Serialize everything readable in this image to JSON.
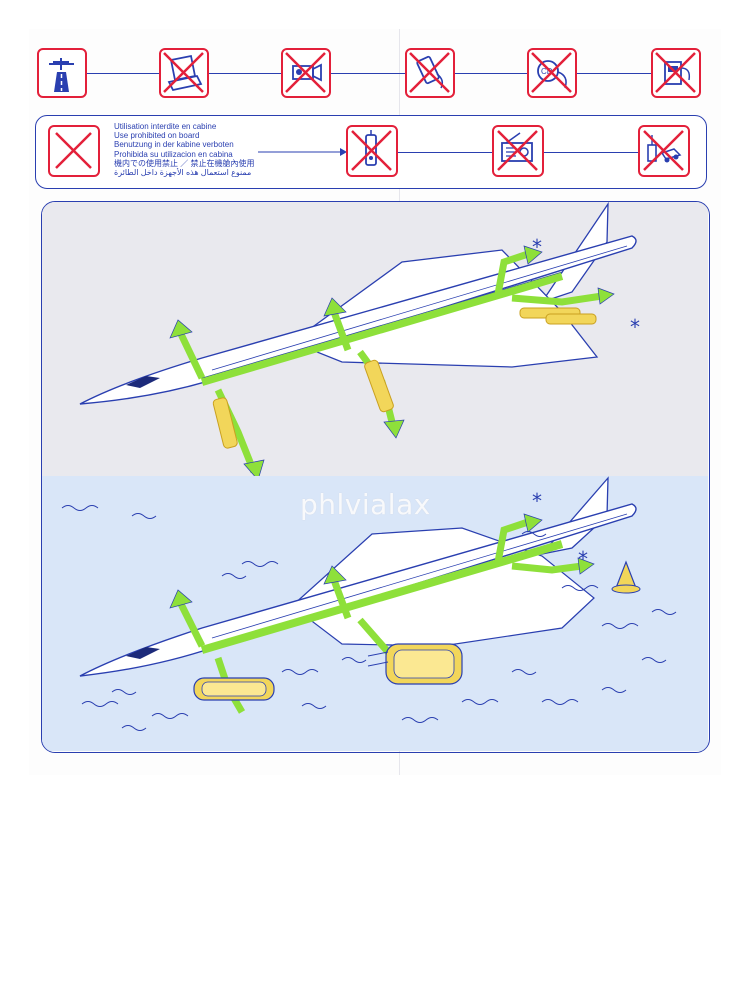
{
  "icons": {
    "top_row": [
      {
        "name": "runway-takeoff-icon",
        "prohibited": false
      },
      {
        "name": "laptop-icon",
        "prohibited": true
      },
      {
        "name": "video-camera-icon",
        "prohibited": true
      },
      {
        "name": "handheld-game-icon",
        "prohibited": true
      },
      {
        "name": "cd-player-icon",
        "prohibited": true
      },
      {
        "name": "cassette-player-icon",
        "prohibited": true
      }
    ],
    "cabin_row": [
      {
        "name": "prohibited-sign-icon",
        "prohibited": true
      },
      {
        "name": "mobile-phone-icon",
        "prohibited": true
      },
      {
        "name": "radio-icon",
        "prohibited": true
      },
      {
        "name": "remote-control-toy-icon",
        "prohibited": true
      }
    ]
  },
  "cabin_notice": {
    "lines": [
      "Utilisation interdite en cabine",
      "Use prohibited on board",
      "Benutzung in der kabine verboten",
      "Prohibida su utilizacion en cabina",
      "機内での使用禁止 ／ 禁止在機艙內使用",
      "ممنوع استعمال هذه الأجهزة داخل الطائرة"
    ]
  },
  "illustration": {
    "land_asterisk_1": "*",
    "land_asterisk_2": "*",
    "water_asterisk_1": "*",
    "water_asterisk_2": "*"
  },
  "watermark": "phlvialax",
  "colors": {
    "prohibit_red": "#e3203a",
    "line_blue": "#2a3fb0",
    "exit_green": "#8ee03a",
    "slide_yellow": "#f2d65a",
    "land_bg": "#e9e9ee",
    "water_bg": "#d9e6f8"
  }
}
